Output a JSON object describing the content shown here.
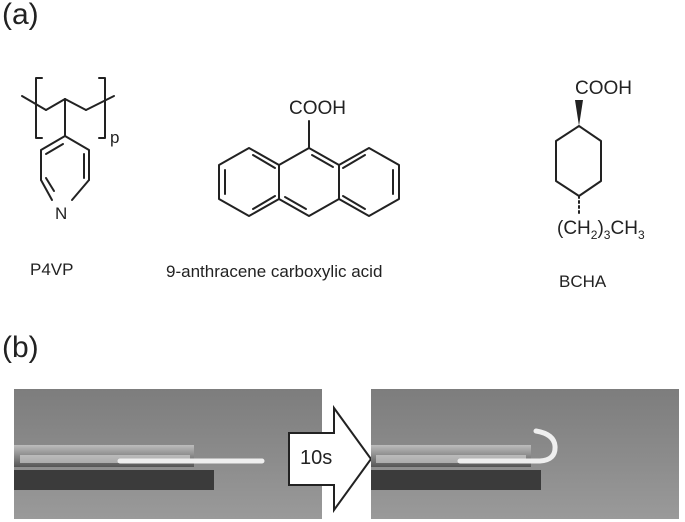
{
  "panel_a": {
    "label": "(a)",
    "p4vp": {
      "name": "P4VP",
      "subscript": "p",
      "heteroatom": "N"
    },
    "anthracene": {
      "name": "9-anthracene carboxylic acid",
      "group": "COOH"
    },
    "bcha": {
      "name": "BCHA",
      "group": "COOH",
      "substituent_open": "(CH",
      "sub_2": "2",
      "substituent_mid": ")",
      "sub_3": "3",
      "substituent_end": "CH",
      "sub_3b": "3"
    }
  },
  "panel_b": {
    "label": "(b)",
    "arrow_label": "10s",
    "photo_left": "film-flat",
    "photo_right": "film-bent"
  }
}
